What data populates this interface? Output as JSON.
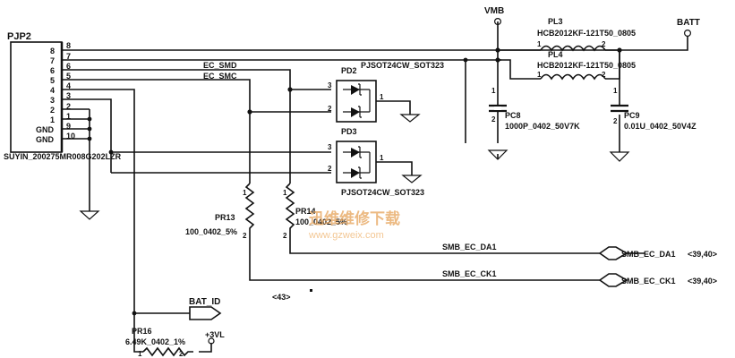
{
  "connector": {
    "ref": "PJP2",
    "part": "SUYIN_200275MR008G202LZR",
    "pins": [
      "8",
      "7",
      "6",
      "5",
      "4",
      "3",
      "2",
      "1",
      "9",
      "10"
    ],
    "pin_names": [
      "GND",
      "GND"
    ]
  },
  "nets": {
    "ec_smd": "EC_SMD",
    "ec_smc": "EC_SMC",
    "vmb": "VMB",
    "batt": "BATT",
    "smb_da": "SMB_EC_DA1",
    "smb_ck": "SMB_EC_CK1",
    "bat_id": "BAT_ID",
    "v3vl": "+3VL"
  },
  "refs": {
    "da_page": "<39,40>",
    "ck_page": "<39,40>",
    "bat_page": "<43>"
  },
  "parts": {
    "pd2": {
      "ref": "PD2",
      "value": "PJSOT24CW_SOT323",
      "pin_a": "3",
      "pin_b": "2",
      "pin_c": "1"
    },
    "pd3": {
      "ref": "PD3",
      "value": "PJSOT24CW_SOT323",
      "pin_a": "3",
      "pin_b": "2",
      "pin_c": "1"
    },
    "pl3": {
      "ref": "PL3",
      "value": "HCB2012KF-121T50_0805",
      "pin1": "1",
      "pin2": "2"
    },
    "pl4": {
      "ref": "PL4",
      "value": "HCB2012KF-121T50_0805",
      "pin1": "1",
      "pin2": "2"
    },
    "pc8": {
      "ref": "PC8",
      "value": "1000P_0402_50V7K",
      "pin1": "1",
      "pin2": "2"
    },
    "pc9": {
      "ref": "PC9",
      "value": "0.01U_0402_50V4Z",
      "pin1": "1",
      "pin2": "2"
    },
    "pr13": {
      "ref": "PR13",
      "value": "100_0402_5%",
      "pin1": "1",
      "pin2": "2"
    },
    "pr14": {
      "ref": "PR14",
      "value": "100_0402_5%",
      "pin1": "1",
      "pin2": "2"
    },
    "pr16": {
      "ref": "PR16",
      "value": "6.49K_0402_1%",
      "pin1": "1",
      "pin2": "2"
    }
  },
  "watermark": {
    "cn": "迅维维修下载",
    "url": "www.gzweix.com"
  }
}
